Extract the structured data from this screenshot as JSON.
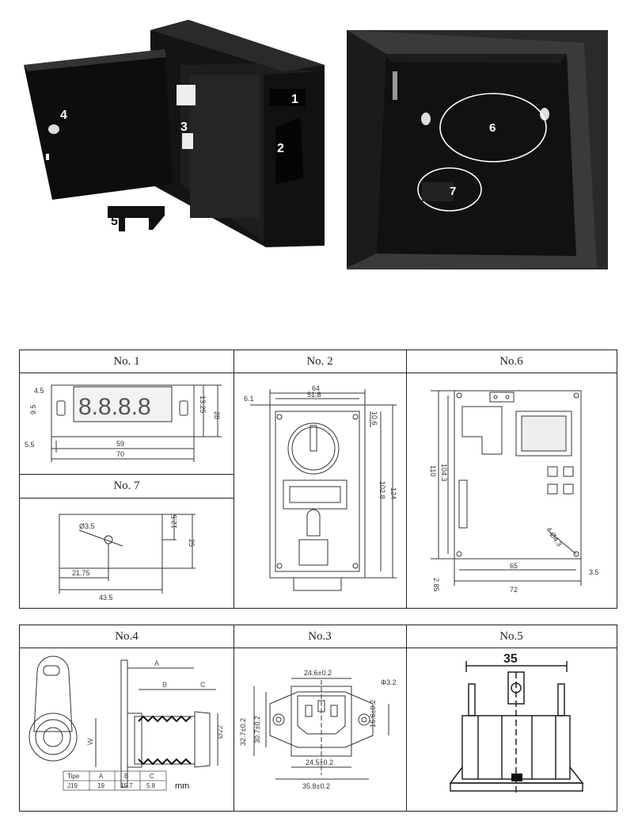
{
  "photos": {
    "left_callouts": [
      "1",
      "2",
      "3",
      "4",
      "5"
    ],
    "right_callouts": [
      "6",
      "7"
    ]
  },
  "table1": {
    "headers": {
      "no1": "No. 1",
      "no2": "No. 2",
      "no6": "No.6",
      "no7": "No. 7"
    },
    "no1_dims": {
      "a": "4.5",
      "b": "9.5",
      "c": "13.25",
      "d": "28",
      "e": "5.5",
      "f": "59",
      "g": "70"
    },
    "no2_dims": {
      "a": "6.1",
      "b": "64",
      "c": "51.8",
      "d": "10.6",
      "e": "102.8",
      "f": "124"
    },
    "no6_dims": {
      "a": "110",
      "b": "104.3",
      "c": "4-Ø4.3",
      "d": "65",
      "e": "3.5",
      "f": "2.85",
      "g": "72"
    },
    "no7_dims": {
      "a": "Ø3.5",
      "b": "12.5",
      "c": "25",
      "d": "21.75",
      "e": "43.5"
    }
  },
  "table2": {
    "headers": {
      "no4": "No.4",
      "no3": "No.3",
      "no5": "No.5"
    },
    "no4_dims": {
      "a": "A",
      "b": "B",
      "c": "C",
      "d": "Ø22",
      "e": "W"
    },
    "no4_table": {
      "columns": [
        "Tipe",
        "A",
        "B",
        "C"
      ],
      "row": [
        "J19",
        "19",
        "15.7",
        "5.8"
      ],
      "unit": "mm"
    },
    "no3_dims": {
      "a": "24.6±0.2",
      "b": "Φ3.2",
      "c": "32.7±0.2",
      "d": "30.7±0.2",
      "e": "16.6±0.2",
      "f": "24.5±0.2",
      "g": "35.8±0.2"
    },
    "no5_dims": {
      "a": "35"
    }
  }
}
